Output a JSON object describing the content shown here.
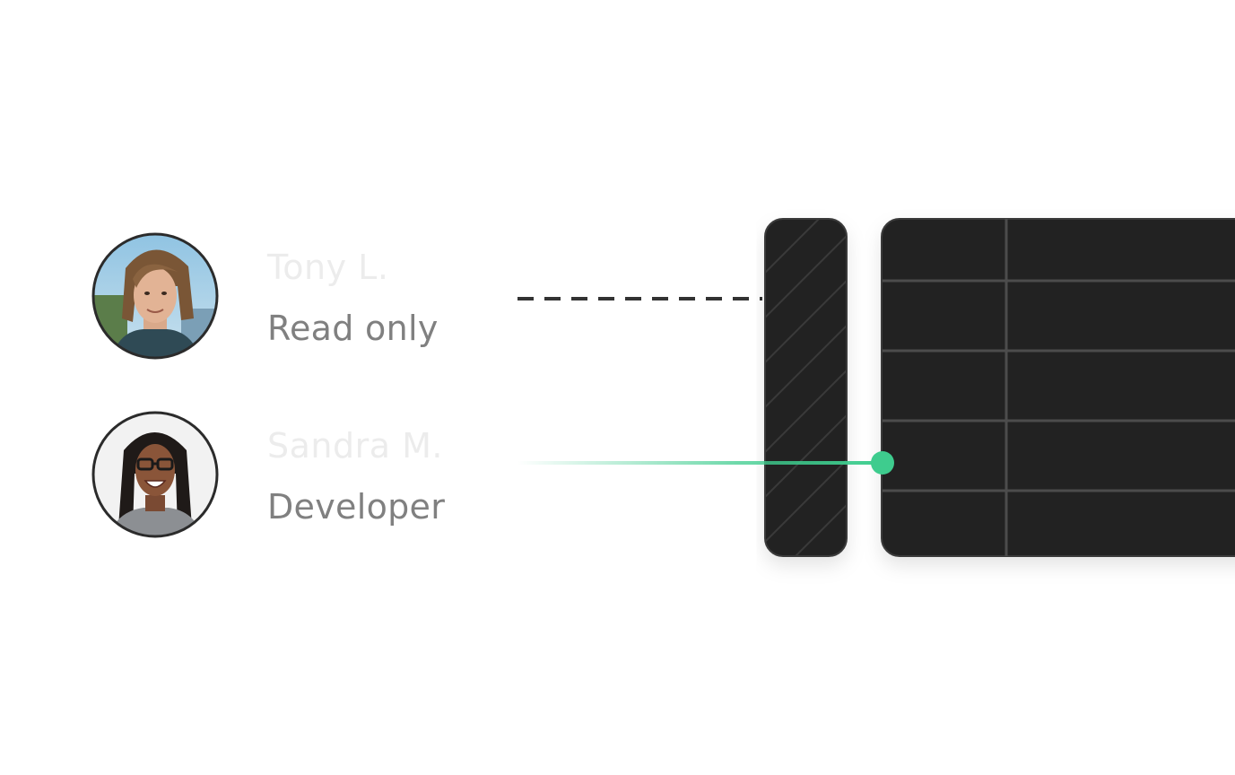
{
  "users": [
    {
      "name": "Tony L.",
      "role": "Read only",
      "connection": "dashed",
      "avatar_icon": "person-photo-icon"
    },
    {
      "name": "Sandra M.",
      "role": "Developer",
      "connection": "solid",
      "avatar_icon": "person-photo-icon"
    }
  ],
  "colors": {
    "name_text": "#ececec",
    "role_text": "#808080",
    "panel_fill": "#242424",
    "panel_border": "#3b3b3b",
    "grid_line": "#4c4c4c",
    "dashed_line": "#333333",
    "access_accent": "#3ecc8e",
    "avatar_ring": "#2b2b2b"
  }
}
